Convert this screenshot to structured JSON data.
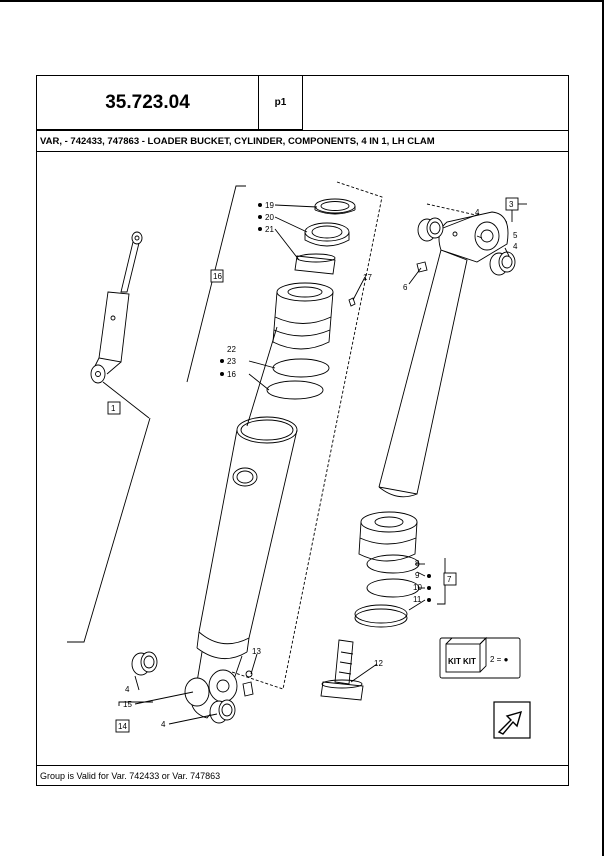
{
  "header": {
    "code": "35.723.04",
    "page": "p1",
    "title": "VAR, - 742433, 747863 - LOADER BUCKET, CYLINDER, COMPONENTS, 4 IN 1, LH CLAM"
  },
  "callouts": {
    "c1": "1",
    "c3": "3",
    "c4a": "4",
    "c4b": "4",
    "c4c": "4",
    "c4d": "4",
    "c5": "5",
    "c6": "6",
    "c7": "7",
    "c8": "8",
    "c9": "9",
    "c10": "10",
    "c11": "11",
    "c12": "12",
    "c13": "13",
    "c14": "14",
    "c15": "15",
    "c16": "16",
    "c16b": "16",
    "c17": "17",
    "c19": "19",
    "c20": "20",
    "c21": "21",
    "c22": "22",
    "c23": "23"
  },
  "legend": {
    "kit_label": "KIT",
    "kit_equals": "2 = ●"
  },
  "footer": {
    "text": "Group is Valid for Var. 742433 or Var. 747863"
  }
}
